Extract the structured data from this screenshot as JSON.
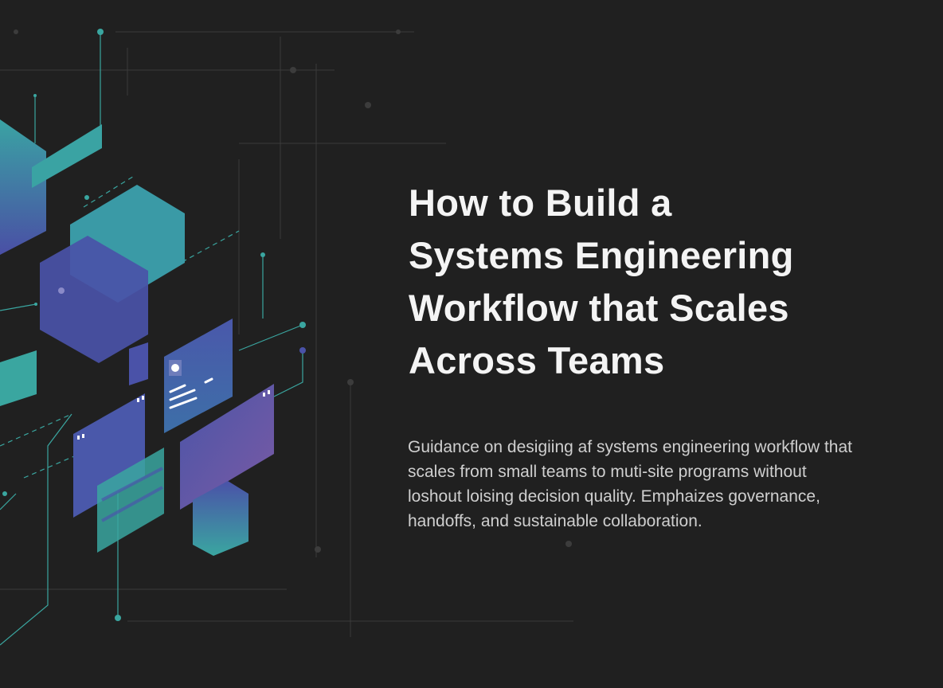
{
  "hero": {
    "title_lines": [
      "How to Build a",
      "Systems Engineering",
      "Workflow that Scales",
      "Across Teams"
    ],
    "subtitle_lines": [
      "Guidance on desigiing af systems engineering workflow that",
      "scales from small teams to muti-site programs without",
      "loshout loising decision quality. Emphaizes governance,",
      "handoffs, and sustainable collaboration."
    ]
  },
  "colors": {
    "background": "#202020",
    "teal": "#3aa8a0",
    "indigo": "#4a55a8",
    "violet": "#6a5aa0",
    "title_text": "#f4f4f4",
    "body_text": "#cfcfcf"
  },
  "illustration": {
    "icon": "isometric-network-illustration"
  }
}
